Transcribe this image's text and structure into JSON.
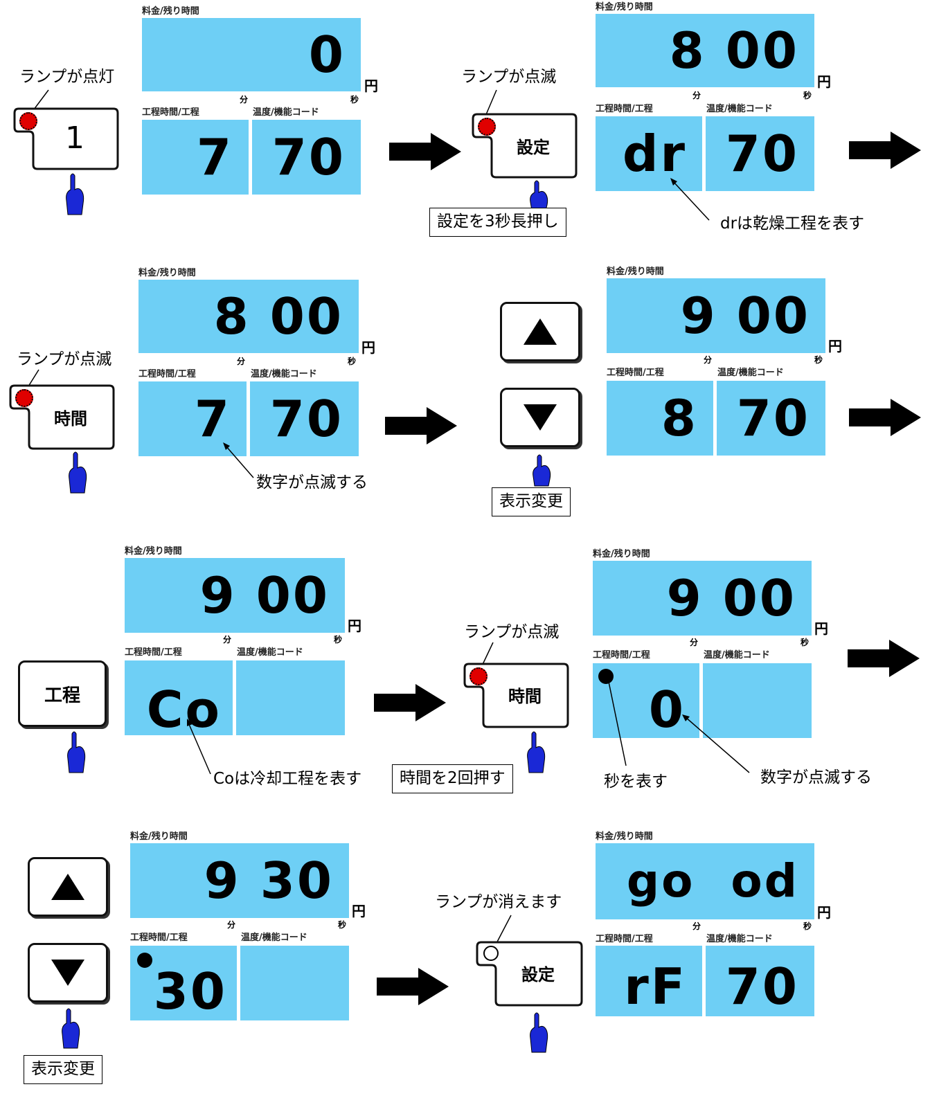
{
  "labels": {
    "fee": "料金/残り時間",
    "process": "工程時間/工程",
    "temp": "温度/機能コード",
    "yen": "円",
    "min": "分",
    "sec": "秒"
  },
  "keys": {
    "one": "1",
    "set": "設定",
    "time": "時間",
    "process": "工程"
  },
  "notes": {
    "lamp_on": "ランプが点灯",
    "lamp_blink": "ランプが点滅",
    "lamp_off": "ランプが消えます",
    "hold_set": "設定を3秒長押し",
    "dr_desc": "drは乾燥工程を表す",
    "digit_blink": "数字が点滅する",
    "change": "表示変更",
    "co_desc": "Coは冷却工程を表す",
    "time_twice": "時間を2回押す",
    "sec_desc": "秒を表す"
  },
  "displays": {
    "d1": {
      "top": "0",
      "left": "7",
      "right": "70"
    },
    "d2": {
      "top": "8 00",
      "left": "dr",
      "right": "70"
    },
    "d3": {
      "top": "8 00",
      "left": "7",
      "right": "70"
    },
    "d4": {
      "top": "9 00",
      "left": "8",
      "right": "70"
    },
    "d5": {
      "top": "9 00",
      "left": "Co",
      "right": ""
    },
    "d6": {
      "top": "9 00",
      "left": "0",
      "right": ""
    },
    "d7": {
      "top": "9 30",
      "left": "30",
      "right": ""
    },
    "d8": {
      "top": "go  od",
      "left": "rF",
      "right": "70"
    }
  },
  "colors": {
    "display": "#6ecff5",
    "lamp_red": "#e00000",
    "hand_blue": "#1a28d6"
  }
}
